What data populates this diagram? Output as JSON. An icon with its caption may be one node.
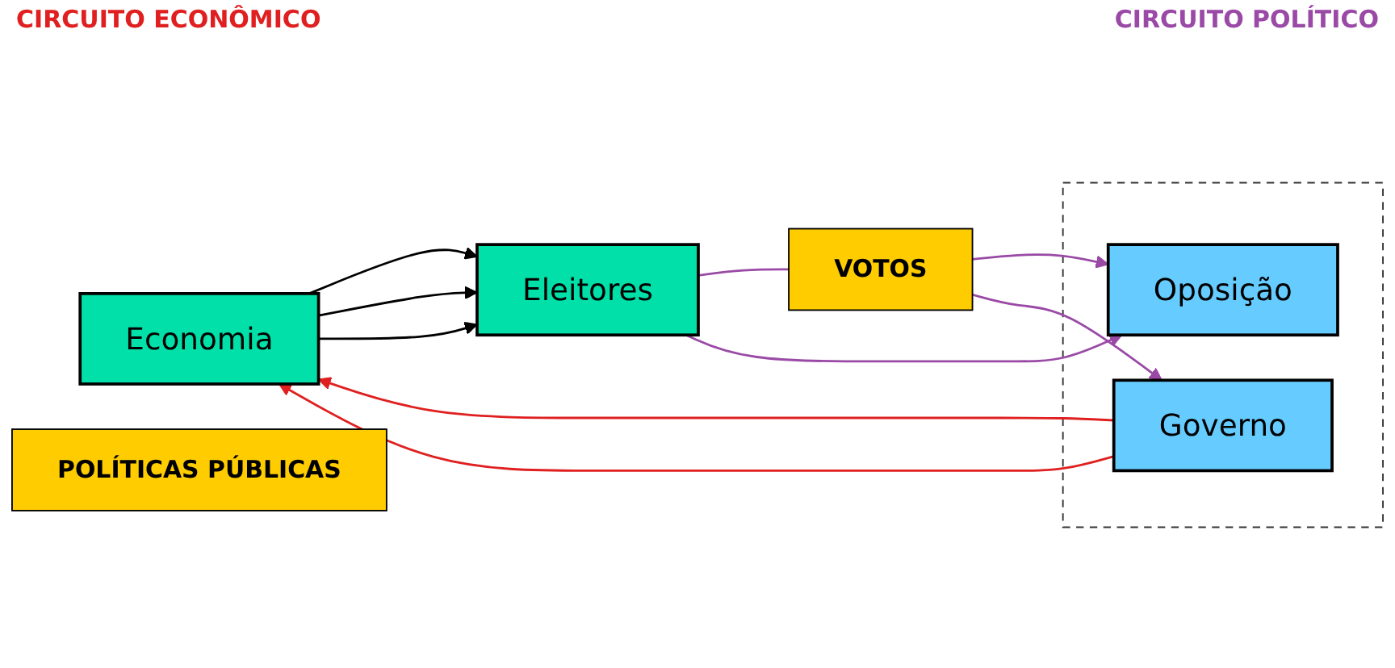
{
  "diagram": {
    "nodes": [
      {
        "text": [
          "Economia"
        ]
      },
      {
        "text": [],
        "shape": "box"
      },
      {
        "text": [
          "Governo"
        ],
        "in": 1
      },
      {
        "text": [
          "POLÍTICAS PÚBLICAS"
        ]
      },
      {
        "text": [
          "Eleitores"
        ]
      },
      {
        "text": [
          "VOTOS"
        ]
      },
      {
        "text": [
          "Oposição"
        ],
        "in": 1
      }
    ],
    "edges": [
      {
        "from": 2,
        "to": 0,
        "arrow": "to",
        "color": "#e02020"
      },
      {
        "from": 2,
        "to": 0,
        "arrow": "to",
        "color": "#e02020"
      },
      {
        "from": 0,
        "to": 4,
        "arrow": "to",
        "color": "#000000"
      },
      {
        "from": 0,
        "to": 4,
        "arrow": "to",
        "color": "#000000"
      },
      {
        "from": 0,
        "to": 4,
        "arrow": "to",
        "color": "#000000"
      },
      {
        "from": 4,
        "to": 5,
        "arrow": "none"
      },
      {
        "from": 5,
        "to": 6,
        "arrow": "to"
      },
      {
        "from": 4,
        "to": 6,
        "arrow": "to"
      },
      {
        "from": 5,
        "to": 2,
        "arrow": "to"
      }
    ],
    "labels": [
      "CIRCUITO ECONÔMICO",
      "CIRCUITO POLÍTICO"
    ]
  }
}
